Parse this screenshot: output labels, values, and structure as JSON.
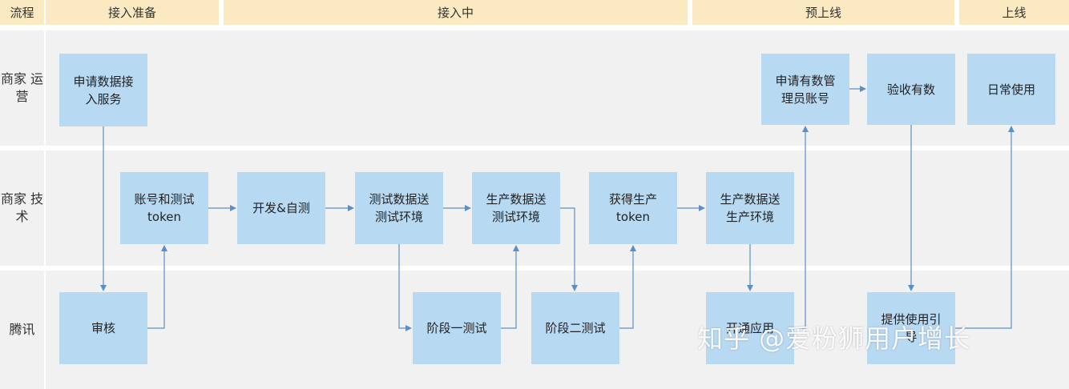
{
  "headers": {
    "process": "流程",
    "prep": "接入准备",
    "in_progress": "接入中",
    "pre_launch": "预上线",
    "launch": "上线"
  },
  "lanes": {
    "ops": "商家\n运营",
    "tech": "商家\n技术",
    "tencent": "腾讯"
  },
  "boxes": {
    "apply_service": "申请数据接\n入服务",
    "apply_admin": "申请有数管\n理员账号",
    "accept": "验收有数",
    "daily_use": "日常使用",
    "account_token": "账号和测试\ntoken",
    "dev_selftest": "开发&自测",
    "test_data_test_env": "测试数据送\n测试环境",
    "prod_data_test_env": "生产数据送\n测试环境",
    "get_prod_token": "获得生产\ntoken",
    "prod_data_prod_env": "生产数据送\n生产环境",
    "review": "审核",
    "stage1_test": "阶段一测试",
    "stage2_test": "阶段二测试",
    "enable_app": "开通应用",
    "provide_guide": "提供使用引\n导"
  },
  "watermark": "知乎 @爱粉狮用户增长"
}
